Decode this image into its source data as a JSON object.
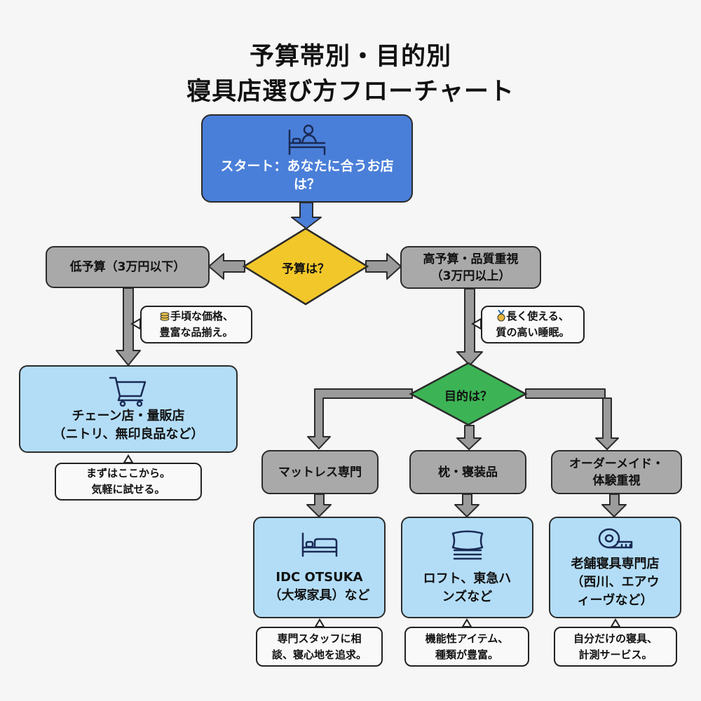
{
  "title": {
    "line1": "予算帯別・目的別",
    "line2": "寝具店選び方フローチャート"
  },
  "start": {
    "line1": "スタート：あなたに合うお店",
    "line2": "は？",
    "icon": "person-in-bed-icon"
  },
  "decision_budget": {
    "label": "予算は？",
    "color": "#f2c72a"
  },
  "decision_purpose": {
    "label": "目的は？",
    "color": "#3cb455"
  },
  "low_budget": {
    "label": "低予算（3万円以下）"
  },
  "high_budget": {
    "line1": "高予算・品質重視",
    "line2": "（3万円以上）"
  },
  "note_low": {
    "line1": "手頃な価格、",
    "line2": "豊富な品揃え。",
    "icon": "coins-icon"
  },
  "note_high": {
    "line1": "長く使える、",
    "line2": "質の高い睡眠。",
    "icon": "medal-icon"
  },
  "chain_store": {
    "line1": "チェーン店・量販店",
    "line2": "（ニトリ、無印良品など）",
    "icon": "shopping-cart-icon"
  },
  "note_chain": {
    "line1": "まずはここから。",
    "line2": "気軽に試せる。"
  },
  "cat_mattress": {
    "label": "マットレス専門"
  },
  "cat_pillow": {
    "label": "枕・寝装品"
  },
  "cat_ordermade": {
    "line1": "オーダーメイド・",
    "line2": "体験重視"
  },
  "shop_idc": {
    "line1": "IDC OTSUKA",
    "line2": "（大塚家具）など",
    "icon": "bed-icon"
  },
  "shop_loft": {
    "line1": "ロフト、東急ハ",
    "line2": "ンズなど",
    "icon": "pillow-icon"
  },
  "shop_nishikawa": {
    "line1": "老舗寝具専門店",
    "line2": "（西川、エアウ",
    "line3": "ィーヴなど）",
    "icon": "tape-measure-icon"
  },
  "note_idc": {
    "line1": "専門スタッフに相",
    "line2": "談、寝心地を追求。"
  },
  "note_loft": {
    "line1": "機能性アイテム、",
    "line2": "種類が豊富。"
  },
  "note_nishikawa": {
    "line1": "自分だけの寝具、",
    "line2": "計測サービス。"
  },
  "colors": {
    "start": "#4a7fd9",
    "gray": "#a9a9a9",
    "light_blue": "#b3ddf7",
    "arrow": "#9b9b9b"
  }
}
